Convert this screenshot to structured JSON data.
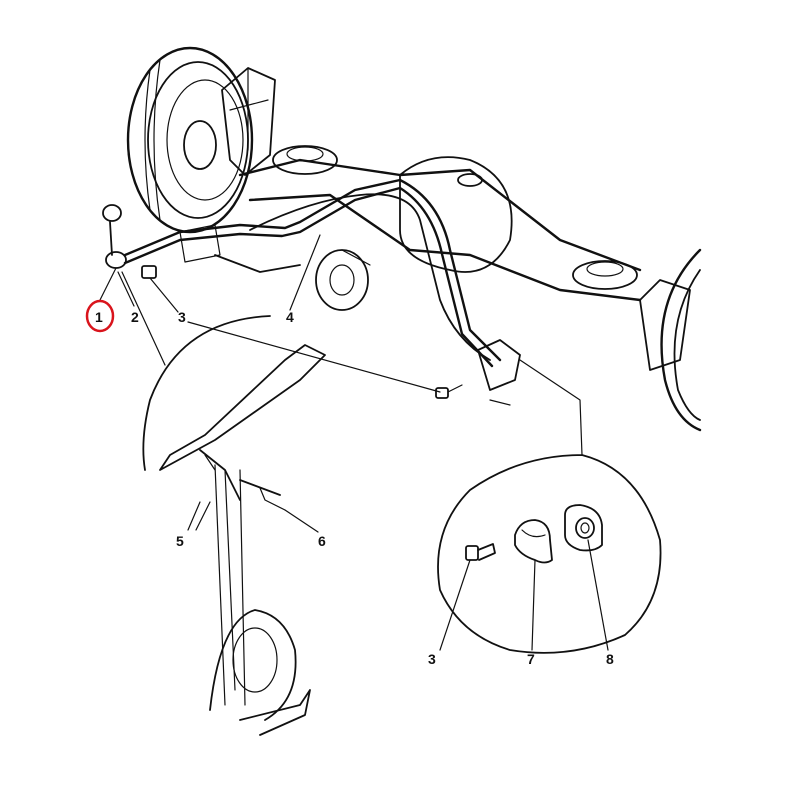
{
  "callouts": {
    "c1": "1",
    "c2": "2",
    "c3_top": "3",
    "c4": "4",
    "c5": "5",
    "c6": "6",
    "c3_detail": "3",
    "c7": "7",
    "c8": "8"
  },
  "highlight_color": "#d9141c",
  "line_color": "#111111"
}
